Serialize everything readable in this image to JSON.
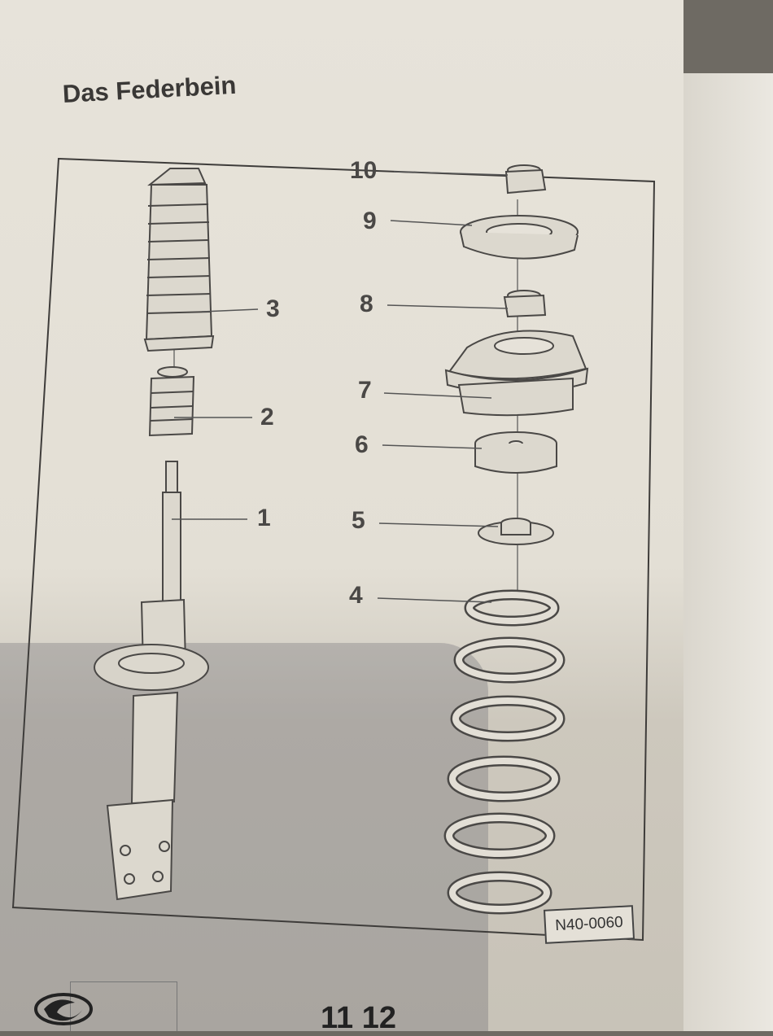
{
  "section_title": "Das Federbein",
  "figure": {
    "code": "N40-0060",
    "callouts": [
      "1",
      "2",
      "3",
      "4",
      "5",
      "6",
      "7",
      "8",
      "9",
      "10"
    ]
  },
  "footer": {
    "page_number": "11 12"
  },
  "colors": {
    "paper": "#e5e1d8",
    "ink": "#4a4846"
  }
}
